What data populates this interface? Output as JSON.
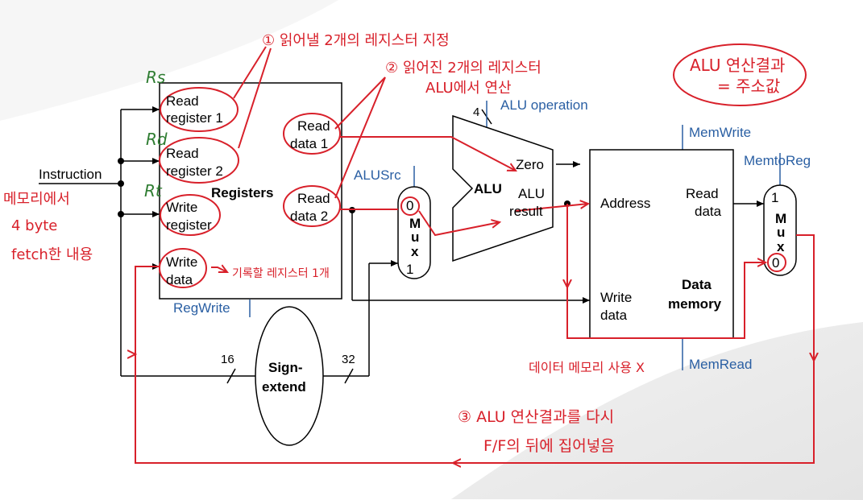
{
  "labels": {
    "instruction": "Instruction",
    "read_register_1": [
      "Read",
      "register 1"
    ],
    "read_register_2": [
      "Read",
      "register 2"
    ],
    "write_register": [
      "Write",
      "register"
    ],
    "write_data": [
      "Write",
      "data"
    ],
    "registers": "Registers",
    "read_data_1": [
      "Read",
      "data 1"
    ],
    "read_data_2": [
      "Read",
      "data 2"
    ],
    "reg_write": "RegWrite",
    "alu_src": "ALUSrc",
    "mux_left": {
      "top": "0",
      "letters": "M\nu\nx",
      "bottom": "1"
    },
    "alu": "ALU",
    "alu_operation": "ALU operation",
    "alu_op_bits": "4",
    "zero": "Zero",
    "alu_result": [
      "ALU",
      "result"
    ],
    "mem_write": "MemWrite",
    "mem_read": "MemRead",
    "memto_reg": "MemtoReg",
    "address": "Address",
    "mem_read_data": [
      "Read",
      "data"
    ],
    "mem_write_data": [
      "Write",
      "data"
    ],
    "data_memory": [
      "Data",
      "memory"
    ],
    "mux_right": {
      "top": "1",
      "letters": "M\nu\nx",
      "bottom": "0"
    },
    "sign_extend": [
      "Sign-",
      "extend"
    ],
    "bits_16": "16",
    "bits_32": "32"
  },
  "annotations": {
    "rs": "Rs",
    "rd": "Rd",
    "rt": "Rt",
    "note1": "① 읽어낼 2개의 레지스터 지정",
    "note2": [
      "② 읽어진 2개의 레지스터",
      "ALU에서 연산"
    ],
    "box_alu_result": [
      "ALU 연산결과",
      "= 주소값"
    ],
    "memory_fetch": [
      "메모리에서",
      "4 byte",
      "fetch한 내용"
    ],
    "write_reg_note": "기록할 레지스터 1개",
    "no_data_memory": "데이터 메모리 사용 X",
    "note3": [
      "③ ALU 연산결과를 다시",
      "F/F의 뒤에 집어넣음"
    ]
  },
  "colors": {
    "wire": "#000000",
    "control": "#2a5fa3",
    "annotation_red": "#d8202a",
    "annotation_green": "#2f7d32"
  }
}
